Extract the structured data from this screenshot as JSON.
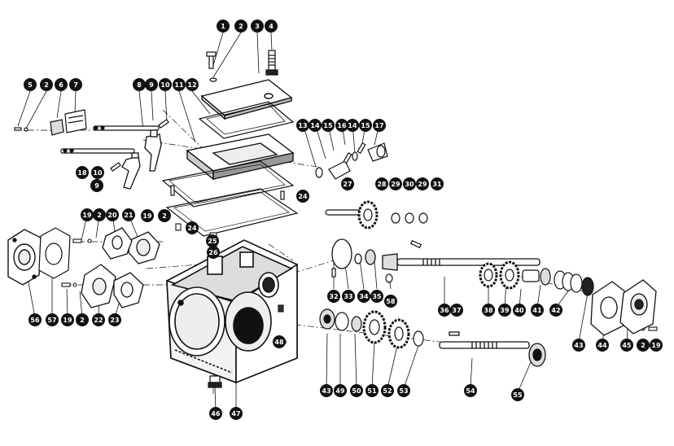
{
  "figure": {
    "kind": "exploded parts diagram",
    "subject": "gearbox housing with shafts, gears, covers and gaskets",
    "style": "black ink line drawing on white",
    "callout_style": "white numerals in filled black circles with leader lines",
    "colors": {
      "ink": "#111111",
      "paper": "#ffffff",
      "callout_fill": "#111111",
      "callout_text": "#ffffff"
    }
  },
  "callouts": [
    "1",
    "2",
    "3",
    "4",
    "5",
    "2",
    "6",
    "7",
    "8",
    "9",
    "10",
    "11",
    "12",
    "13",
    "14",
    "15",
    "16",
    "14",
    "15",
    "17",
    "18",
    "10",
    "9",
    "19",
    "2",
    "24",
    "27",
    "28",
    "29",
    "30",
    "29",
    "31",
    "19",
    "2",
    "20",
    "21",
    "22",
    "23",
    "24",
    "25",
    "26",
    "32",
    "33",
    "34",
    "35",
    "58",
    "36",
    "37",
    "38",
    "39",
    "40",
    "41",
    "42",
    "43",
    "44",
    "45",
    "2",
    "19",
    "56",
    "57",
    "19",
    "2",
    "48",
    "43",
    "49",
    "50",
    "51",
    "52",
    "53",
    "54",
    "55",
    "46",
    "47"
  ]
}
